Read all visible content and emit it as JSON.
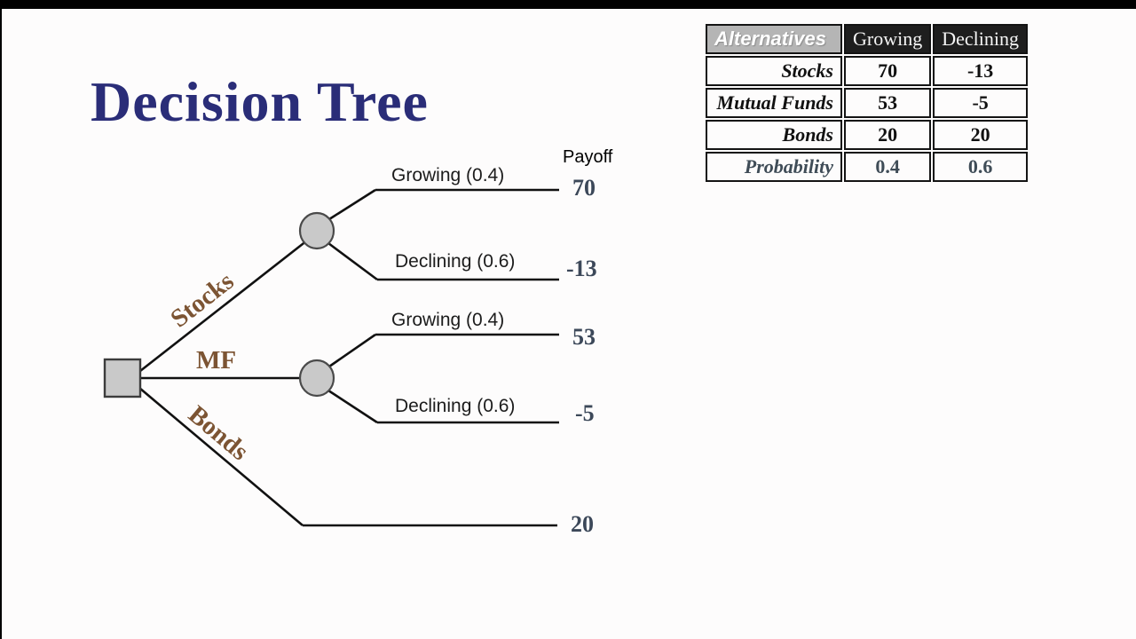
{
  "title": "Decision Tree",
  "tree": {
    "payoff_header": "Payoff",
    "branches": [
      {
        "label": "Stocks"
      },
      {
        "label": "MF"
      },
      {
        "label": "Bonds"
      }
    ],
    "outcomes": [
      {
        "branch": "Stocks",
        "label": "Growing (0.4)",
        "payoff": "70"
      },
      {
        "branch": "Stocks",
        "label": "Declining (0.6)",
        "payoff": "-13"
      },
      {
        "branch": "MF",
        "label": "Growing (0.4)",
        "payoff": "53"
      },
      {
        "branch": "MF",
        "label": "Declining (0.6)",
        "payoff": "-5"
      },
      {
        "branch": "Bonds",
        "label": "",
        "payoff": "20"
      }
    ],
    "node_types": {
      "decision": "square",
      "chance": "circle"
    }
  },
  "table": {
    "header": {
      "alternatives": "Alternatives",
      "growing": "Growing",
      "declining": "Declining"
    },
    "rows": [
      {
        "label": "Stocks",
        "growing": "70",
        "declining": "-13"
      },
      {
        "label": "Mutual Funds",
        "growing": "53",
        "declining": "-5"
      },
      {
        "label": "Bonds",
        "growing": "20",
        "declining": "20"
      },
      {
        "label": "Probability",
        "growing": "0.4",
        "declining": "0.6"
      }
    ]
  },
  "colors": {
    "title": "#2a2d78",
    "branch_label": "#7c5433",
    "payoff_value": "#3c4859",
    "probability_row": "#3f4c57",
    "node_fill": "#c9c9c9",
    "line": "#111111",
    "table_header_dark": "#1e1e1e",
    "table_header_gray": "#b5b5b5"
  }
}
